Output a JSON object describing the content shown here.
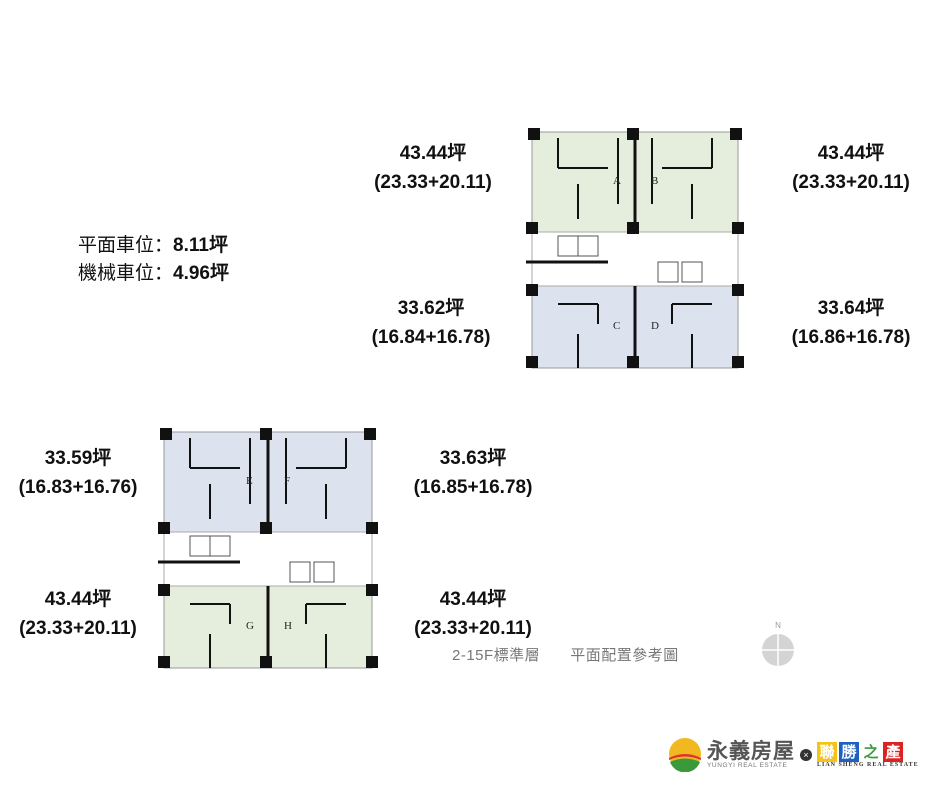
{
  "parking": {
    "flat_label": "平面車位：",
    "flat_value": "8.11坪",
    "mech_label": "機械車位：",
    "mech_value": "4.96坪"
  },
  "units": {
    "A": {
      "letter": "A",
      "area": "43.44坪",
      "split": "(23.33+20.11)"
    },
    "B": {
      "letter": "B",
      "area": "43.44坪",
      "split": "(23.33+20.11)"
    },
    "C": {
      "letter": "C",
      "area": "33.62坪",
      "split": "(16.84+16.78)"
    },
    "D": {
      "letter": "D",
      "area": "33.64坪",
      "split": "(16.86+16.78)"
    },
    "E": {
      "letter": "E",
      "area": "33.59坪",
      "split": "(16.83+16.76)"
    },
    "F": {
      "letter": "F",
      "area": "33.63坪",
      "split": "(16.85+16.78)"
    },
    "G": {
      "letter": "G",
      "area": "43.44坪",
      "split": "(23.33+20.11)"
    },
    "H": {
      "letter": "H",
      "area": "43.44坪",
      "split": "(23.33+20.11)"
    }
  },
  "caption": {
    "floors": "2-15F標準層",
    "title": "平面配置參考圖"
  },
  "compass": {
    "north": "N"
  },
  "logos": {
    "yungyi_name": "永義房屋",
    "yungyi_sub": "YUNGYI REAL ESTATE",
    "x": "×",
    "liansheng_chars": [
      "聯",
      "勝",
      "之",
      "產"
    ],
    "liansheng_sub": "LIAN SHENG REAL ESTATE"
  },
  "colors": {
    "green_unit": "#e5eddc",
    "blue_unit": "#dde2ef",
    "wall": "#111111"
  }
}
